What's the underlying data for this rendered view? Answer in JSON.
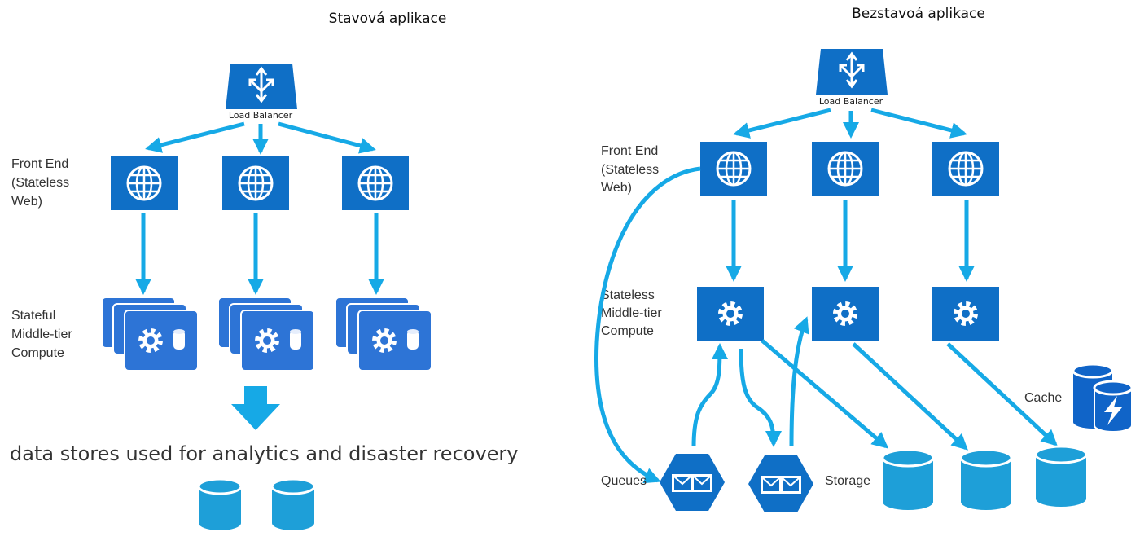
{
  "left": {
    "title": "Stavová aplikace",
    "load_balancer_label": "Load Balancer",
    "front_end_label": [
      "Front End",
      "(Stateless",
      "Web)"
    ],
    "middle_tier_label": [
      "Stateful",
      "Middle-tier",
      "Compute"
    ],
    "data_stores_label": "data stores used for analytics and disaster recovery"
  },
  "right": {
    "title": "Bezstavoá aplikace",
    "load_balancer_label": "Load Balancer",
    "front_end_label": [
      "Front End",
      "(Stateless",
      "Web)"
    ],
    "middle_tier_label": [
      "Stateless",
      "Middle-tier",
      "Compute"
    ],
    "queues_label": "Queues",
    "storage_label": "Storage",
    "cache_label": "Cache"
  },
  "colors": {
    "tile": "#0f6fc6",
    "tile_stack": "#2d74d6",
    "arrow": "#16a9e6",
    "storage": "#1e9fd8",
    "cache": "#1064c8"
  },
  "icons": [
    "load-balancer-icon",
    "globe-icon",
    "gear-icon",
    "database-icon",
    "queue-icon",
    "cache-icon",
    "storage-icon"
  ]
}
